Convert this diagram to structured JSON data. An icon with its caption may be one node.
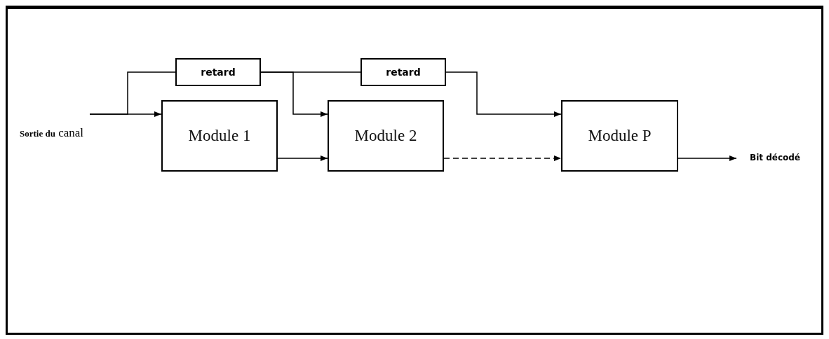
{
  "diagram": {
    "nodes": [
      {
        "text": [
          "**Sortie du** canal"
        ]
      },
      {
        "text": [
          "retard"
        ]
      },
      {
        "text": [
          "retard"
        ]
      },
      {
        "text": [
          "Module 1"
        ]
      },
      {
        "text": [
          "Module 2"
        ]
      },
      {
        "text": [
          "Module P"
        ]
      },
      {
        "text": [
          "Bit décodé"
        ]
      }
    ],
    "edges": [
      {
        "from": 0,
        "to": 3,
        "arrow": "to"
      },
      {
        "from": 0,
        "to": 1,
        "arrow": "none"
      },
      {
        "from": 1,
        "to": 4,
        "arrow": "to"
      },
      {
        "from": 1,
        "to": 2,
        "arrow": "none"
      },
      {
        "from": 2,
        "to": 5,
        "arrow": "to"
      },
      {
        "from": 3,
        "to": 4,
        "arrow": "to"
      },
      {
        "from": 4,
        "to": 5,
        "arrow": "to",
        "style": "dashed"
      },
      {
        "from": 5,
        "to": 6,
        "arrow": "to"
      }
    ]
  }
}
